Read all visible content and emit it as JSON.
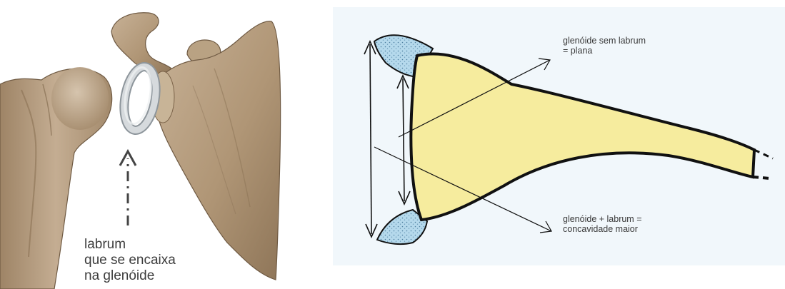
{
  "left_figure": {
    "caption_lines": [
      "labrum",
      "que se encaixa",
      "na glenóide"
    ]
  },
  "right_figure": {
    "label_top": [
      "glenóide sem labrum",
      "= plana"
    ],
    "label_bottom": [
      "glenóide + labrum =",
      "concavidade maior"
    ]
  },
  "colors": {
    "background": "#ffffff",
    "bone": "#b59c7d",
    "labrum_ring": "#cfd3d6",
    "diagram_background": "#f1f7fb",
    "glenoid_yellow": "#f6ec9e",
    "labrum_blue": "#aed4ea",
    "outline": "#111111"
  }
}
